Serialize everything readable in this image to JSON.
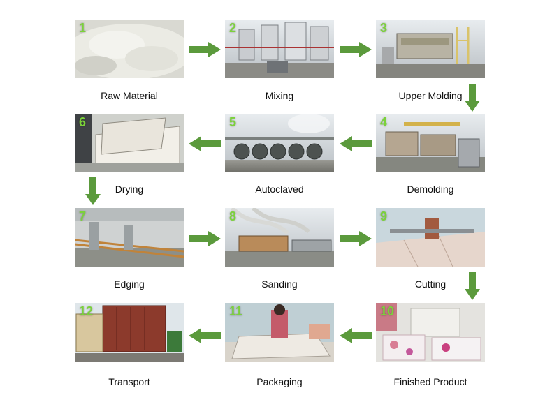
{
  "colors": {
    "arrow": "#5b9a3c",
    "number": "#7bd23a",
    "text": "#111111"
  },
  "steps": [
    {
      "num": "1",
      "label": "Raw Material"
    },
    {
      "num": "2",
      "label": "Mixing"
    },
    {
      "num": "3",
      "label": "Upper Molding"
    },
    {
      "num": "4",
      "label": "Demolding"
    },
    {
      "num": "5",
      "label": "Autoclaved"
    },
    {
      "num": "6",
      "label": "Drying"
    },
    {
      "num": "7",
      "label": "Edging"
    },
    {
      "num": "8",
      "label": "Sanding"
    },
    {
      "num": "9",
      "label": "Cutting"
    },
    {
      "num": "10",
      "label": "Finished Product"
    },
    {
      "num": "11",
      "label": "Packaging"
    },
    {
      "num": "12",
      "label": "Transport"
    }
  ]
}
